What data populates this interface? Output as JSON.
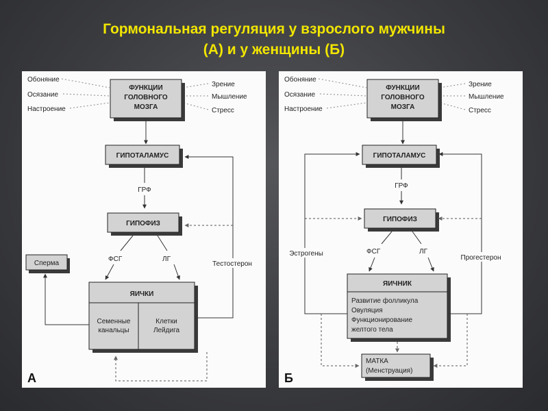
{
  "title": {
    "line1": "Гормональная регуляция у взрослого мужчины",
    "line2": "(А) и у женщины (Б)"
  },
  "panel_a": {
    "letter": "А",
    "senses_left": [
      "Обоняние",
      "Осязание",
      "Настроение"
    ],
    "senses_right": [
      "Зрение",
      "Мышление",
      "Стресс"
    ],
    "brain": [
      "ФУНКЦИИ",
      "ГОЛОВНОГО",
      "МОЗГА"
    ],
    "hypothalamus": "ГИПОТАЛАМУС",
    "hormone_grf": "ГРФ",
    "pituitary": "ГИПОФИЗ",
    "fsh": "ФСГ",
    "lh": "ЛГ",
    "gonad": "ЯИЧКИ",
    "cells_left": [
      "Семенные",
      "канальцы"
    ],
    "cells_right": [
      "Клетки",
      "Лейдига"
    ],
    "sperm": "Сперма",
    "testosterone": "Тестостерон"
  },
  "panel_b": {
    "letter": "Б",
    "senses_left": [
      "Обоняние",
      "Осязание",
      "Настроение"
    ],
    "senses_right": [
      "Зрение",
      "Мышление",
      "Стресс"
    ],
    "brain": [
      "ФУНКЦИИ",
      "ГОЛОВНОГО",
      "МОЗГА"
    ],
    "hypothalamus": "ГИПОТАЛАМУС",
    "hormone_grf": "ГРФ",
    "pituitary": "ГИПОФИЗ",
    "fsh": "ФСГ",
    "lh": "ЛГ",
    "estrogens": "Эстрогены",
    "progesterone": "Прогестерон",
    "ovary": "ЯИЧНИК",
    "ovary_functions": [
      "Развитие фолликула",
      "Овуляция",
      "Функционирование",
      "желтого тела"
    ],
    "uterus": [
      "МАТКА",
      "(Менструация)"
    ]
  }
}
